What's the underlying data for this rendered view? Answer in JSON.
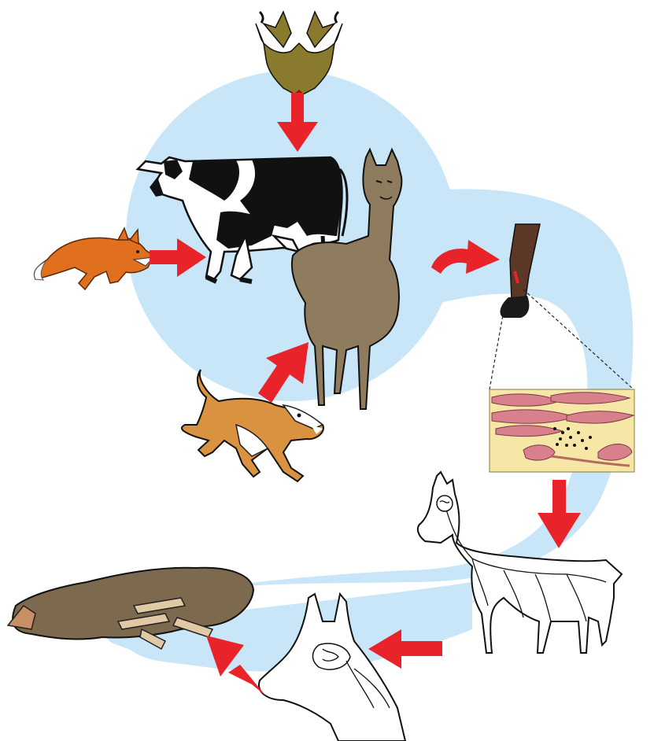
{
  "diagram": {
    "type": "transmission-cycle",
    "colors": {
      "cycle_band": "#c8e6f7",
      "arrow": "#e8232a",
      "bat": "#8a7a2e",
      "cow_white": "#ffffff",
      "cow_black": "#111111",
      "fox": "#e0701e",
      "dog": "#d9923f",
      "llama": "#8f7b5e",
      "carcass": "#7d6a4e",
      "leg": "#5a3825",
      "hoof": "#1a1a1a",
      "tissue_background": "#f6e7a6",
      "muscle_fiber": "#d8808c",
      "outline": "#111111"
    },
    "nodes": [
      {
        "id": "vampire-bat",
        "icon": "bat-icon"
      },
      {
        "id": "cow",
        "icon": "cow-icon"
      },
      {
        "id": "fox",
        "icon": "fox-icon"
      },
      {
        "id": "dog",
        "icon": "dog-icon"
      },
      {
        "id": "llama",
        "icon": "llama-icon"
      },
      {
        "id": "bitten-leg",
        "icon": "leg-bite-icon"
      },
      {
        "id": "tissue-inset",
        "icon": "muscle-tissue-virus-icon"
      },
      {
        "id": "nerve-llama",
        "icon": "llama-nervous-system-icon"
      },
      {
        "id": "brain-llama",
        "icon": "llama-brain-icon"
      },
      {
        "id": "dead-llama",
        "icon": "dead-llama-icon"
      }
    ],
    "arrows": [
      {
        "from": "vampire-bat",
        "to": "cow"
      },
      {
        "from": "fox",
        "to": "cow"
      },
      {
        "from": "dog",
        "to": "llama"
      },
      {
        "from": "llama",
        "to": "bitten-leg"
      },
      {
        "from": "tissue-inset",
        "to": "nerve-llama"
      },
      {
        "from": "nerve-llama",
        "to": "brain-llama"
      },
      {
        "from": "brain-llama",
        "to": "dead-llama"
      }
    ]
  }
}
